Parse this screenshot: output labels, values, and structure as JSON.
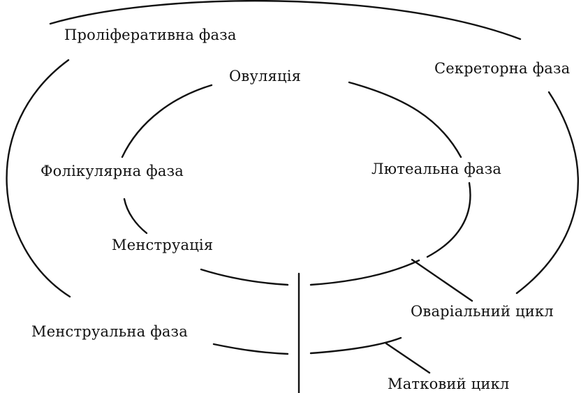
{
  "outer_cycle": {
    "proliferative": "Проліферативна фаза",
    "secretory": "Секреторна фаза",
    "menstrual": "Менструальна фаза"
  },
  "inner_cycle": {
    "ovulation": "Овуляція",
    "follicular": "Фолікулярна фаза",
    "luteal": "Лютеальна фаза",
    "menstruation": "Менструація"
  },
  "legend": {
    "ovarian_cycle": "Оваріальний цикл",
    "uterine_cycle": "Матковий цикл"
  },
  "colors": {
    "ink": "#111111",
    "background": "#ffffff"
  }
}
